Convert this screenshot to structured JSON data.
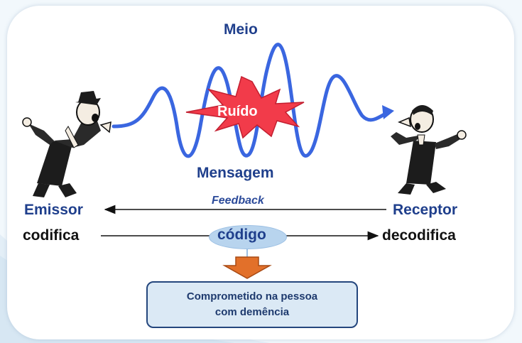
{
  "diagram": {
    "labels": {
      "medium": "Meio",
      "message": "Mensagem",
      "noise": "Ruído",
      "feedback": "Feedback",
      "sender": "Emissor",
      "receiver": "Receptor",
      "encodes": "codifica",
      "decodes": "decodifica",
      "code": "código"
    },
    "outcome": {
      "line1": "Comprometido na pessoa",
      "line2": "com demência"
    },
    "colors": {
      "label_blue": "#1f3f8c",
      "wave": "#3a66e0",
      "noise_burst": "#f23b4a",
      "down_arrow": "#e2702a",
      "outcome_box": "#dbe9f5"
    },
    "icons": [
      "sender-figure-icon",
      "receiver-figure-icon",
      "noise-burst-icon",
      "down-arrow-icon"
    ]
  }
}
